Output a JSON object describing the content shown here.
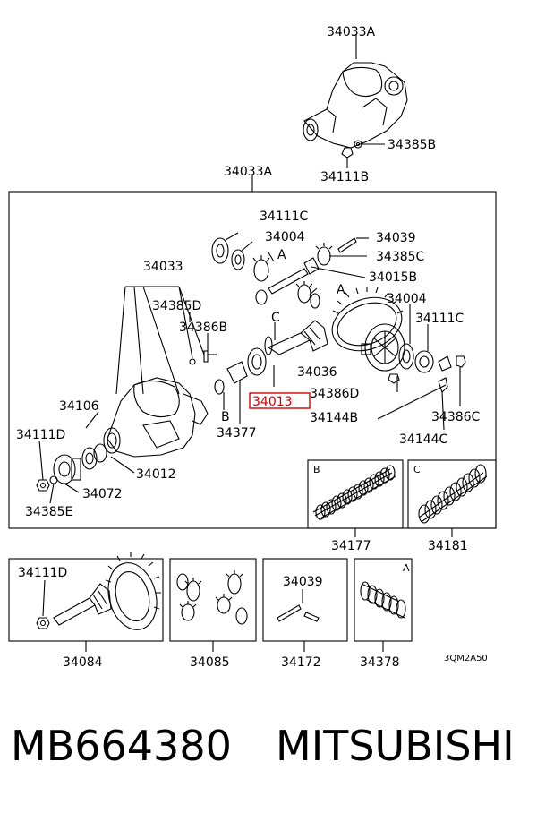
{
  "diagram": {
    "labels": {
      "assembly_top": "34033A",
      "assembly_main": "34033A",
      "housing": "34033",
      "companion_flange_bolt": "34385D",
      "breather_bolt": "34386B",
      "carrier_bearing_nut_left": "34111C",
      "shim_left": "34004",
      "pinion_shaft_pin": "34039",
      "lock_washer_c": "34385C",
      "pinion_shaft": "34015B",
      "pinion_gear": "34004",
      "carrier_bearing_nut_right": "34111C",
      "spacer": "34036",
      "side_bearing_adj": "34386D",
      "oil_seal_highlight": "34013",
      "bolt_b": "34144B",
      "bolt_c": "34144C",
      "bolt_c2": "34386C",
      "gear_set": "34106",
      "pinion_nut": "34111D",
      "oil_seal": "34012",
      "flange": "34072",
      "washer_e": "34385E",
      "collapsible_spacer": "34377",
      "top_nut": "34111B",
      "top_washer": "34385B",
      "ring_gear_kit": "34084",
      "ring_gear_nut": "34111D",
      "diff_gear_kit": "34085",
      "pin_kit": "34172",
      "pin_kit_label": "34039",
      "spring_a": "34378",
      "shim_kit_b": "34177",
      "shim_kit_c": "34181",
      "diagram_code": "3QM2A50",
      "callout_a": "A",
      "callout_b": "B",
      "callout_c": "C"
    }
  },
  "footer": {
    "part_number": "MB664380",
    "brand": "MITSUBISHI"
  }
}
